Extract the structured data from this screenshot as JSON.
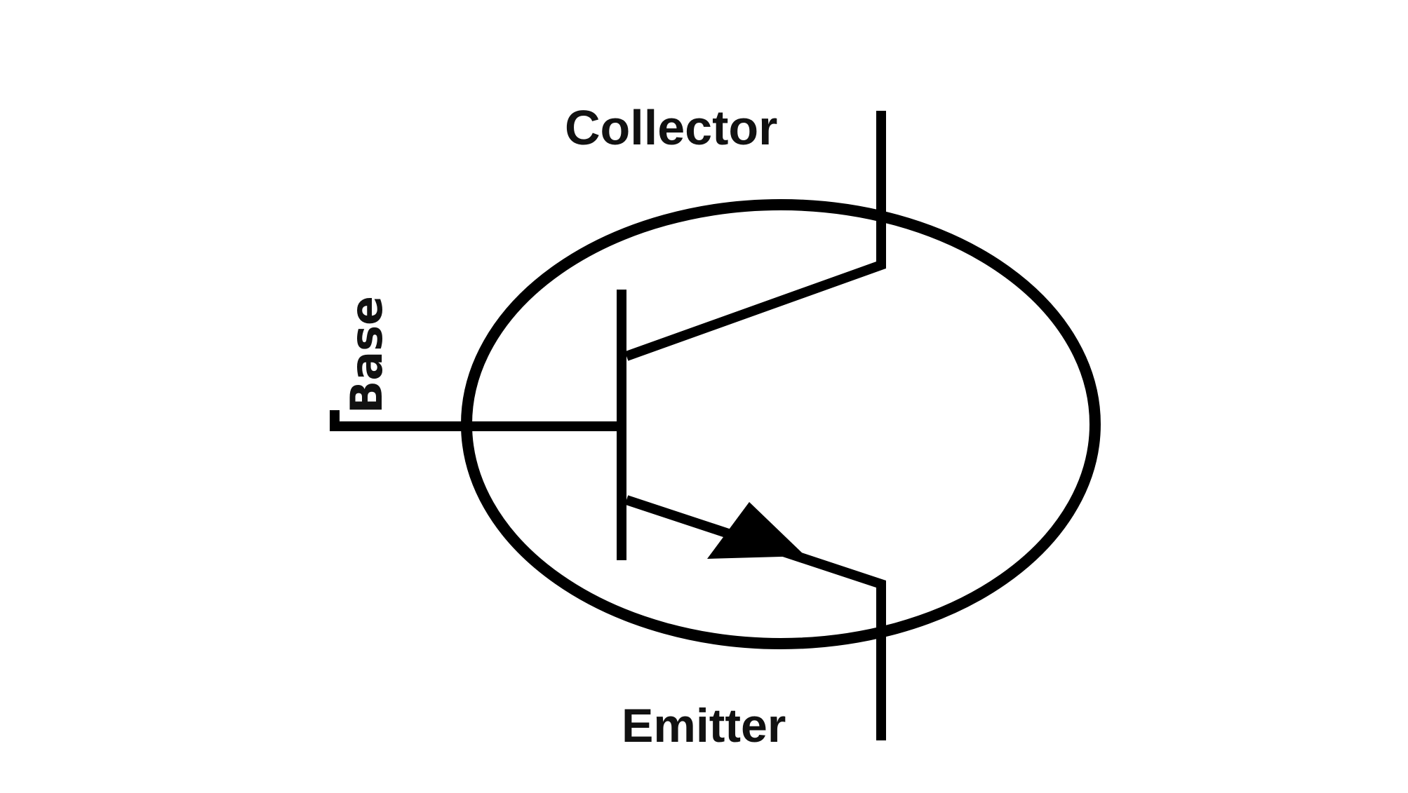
{
  "diagram": {
    "component": "NPN bipolar junction transistor",
    "labels": {
      "collector": "Collector",
      "base": "Base",
      "emitter": "Emitter"
    },
    "colors": {
      "stroke": "#000000",
      "background": "#ffffff",
      "text": "#111111"
    }
  }
}
